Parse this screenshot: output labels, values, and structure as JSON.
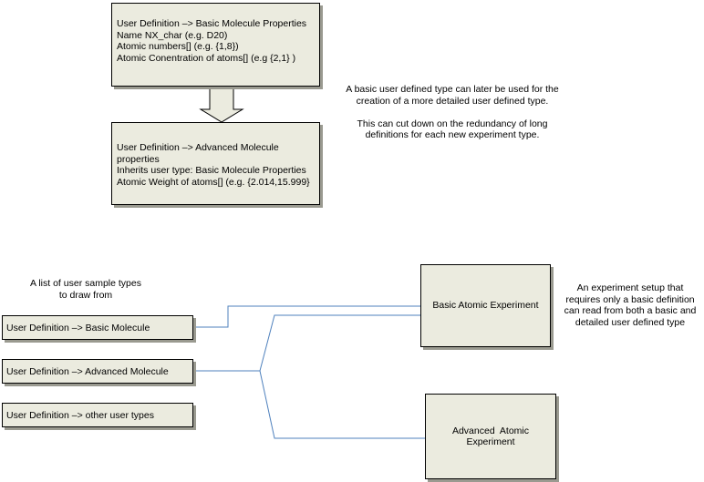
{
  "top_boxes": {
    "basic": {
      "lines": [
        "User Definition –> Basic Molecule Properties",
        "Name NX_char (e.g. D20)",
        "Atomic numbers[] (e.g. {1,8})",
        "Atomic Conentration of atoms[] (e.g {2,1} )"
      ]
    },
    "advanced": {
      "lines": [
        "User Definition –> Advanced Molecule",
        "properties",
        "Inherits user type: Basic Molecule Properties",
        "Atomic Weight of atoms[] (e.g. {2.014,15.999}"
      ]
    }
  },
  "notes": {
    "inheritance": [
      "A basic user defined type can later be used for the",
      "creation of a more detailed user defined type.",
      "",
      "This can cut down on the redundancy of long",
      "definitions for each new experiment type."
    ],
    "sample_list": [
      "A list of user sample types",
      "to draw from"
    ],
    "experiment": [
      "An experiment setup that",
      "requires only a basic definition",
      "can read from both a basic and",
      "detailed user defined type"
    ]
  },
  "sample_types": [
    "User Definition –> Basic Molecule",
    "User Definition –> Advanced Molecule",
    "User Definition –> other user types"
  ],
  "experiments": {
    "basic": "Basic Atomic Experiment",
    "advanced": [
      "Advanced  Atomic",
      "Experiment"
    ]
  },
  "colors": {
    "box_fill": "#ebebdf",
    "connector": "#4f81bd"
  }
}
